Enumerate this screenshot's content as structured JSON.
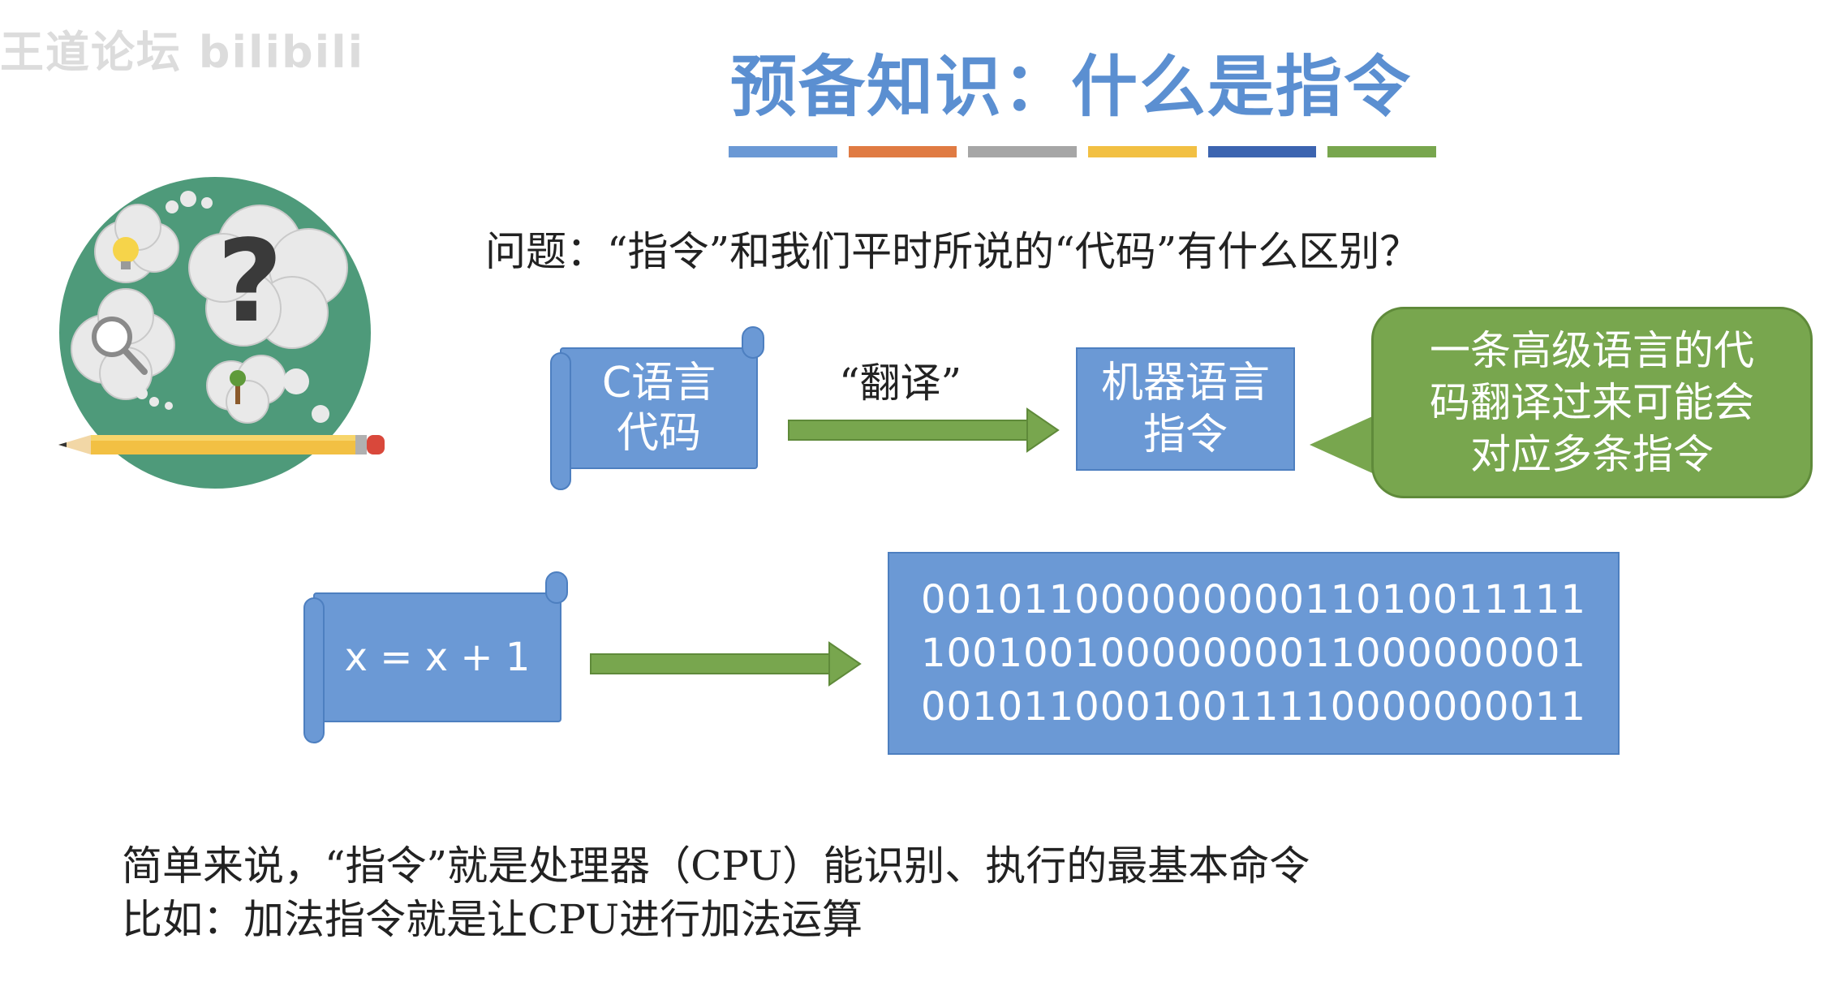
{
  "watermark": "王道论坛 bilibili",
  "title": "预备知识：什么是指令",
  "title_bar_colors": [
    "#6b99d5",
    "#e07b43",
    "#a6a6a6",
    "#f2c043",
    "#3c64b0",
    "#78a64e"
  ],
  "question": "问题：“指令”和我们平时所说的“代码”有什么区别？",
  "diagram": {
    "c_code_label_line1": "C语言",
    "c_code_label_line2": "代码",
    "translate_label": "“翻译”",
    "machine_label_line1": "机器语言",
    "machine_label_line2": "指令",
    "bubble_line1": "一条高级语言的代",
    "bubble_line2": "码翻译过来可能会",
    "bubble_line3": "对应多条指令",
    "example_code": "x = x + 1",
    "binary_lines": [
      "00101100000000011010011111",
      "10010010000000011000000001",
      "00101100010011110000000011"
    ]
  },
  "summary_line1": "简单来说，“指令”就是处理器（CPU）能识别、执行的最基本命令",
  "summary_line2": "比如：加法指令就是让CPU进行加法运算",
  "colors": {
    "title": "#5b8fd1",
    "box_blue": "#6b99d5",
    "arrow_green": "#78a64e",
    "circle_green": "#4e9a7a"
  }
}
